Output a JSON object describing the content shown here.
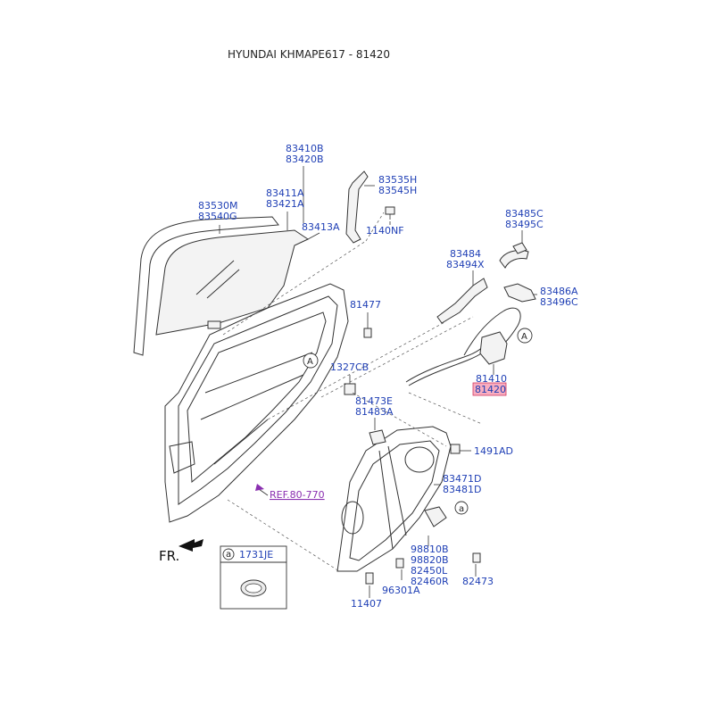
{
  "title": "HYUNDAI KHMAPE617 - 81420",
  "highlight_color": "#f46a8c",
  "labels": {
    "p83410b": "83410B",
    "p83420b": "83420B",
    "p83411a": "83411A",
    "p83421a": "83421A",
    "p83530m": "83530M",
    "p83540g": "83540G",
    "p83413a": "83413A",
    "p83535h": "83535H",
    "p83545h": "83545H",
    "p1140nf": "1140NF",
    "p83485c": "83485C",
    "p83495c": "83495C",
    "p83484": "83484",
    "p83494x": "83494X",
    "p83486a": "83486A",
    "p83496c": "83496C",
    "p81477": "81477",
    "p1327cb": "1327CB",
    "p81410": "81410",
    "p81420": "81420",
    "p81473e": "81473E",
    "p81483a": "81483A",
    "p1491ad": "1491AD",
    "p83471d": "83471D",
    "p83481d": "83481D",
    "p98810b": "98810B",
    "p98820b": "98820B",
    "p82450l": "82450L",
    "p82460r": "82460R",
    "p82473": "82473",
    "p96301a": "96301A",
    "p11407": "11407"
  },
  "ref": "REF.80-770",
  "front_label": "FR.",
  "circle_a": "A",
  "circle_a_lower": "a",
  "legend": {
    "key": "a",
    "part": "1731JE"
  }
}
